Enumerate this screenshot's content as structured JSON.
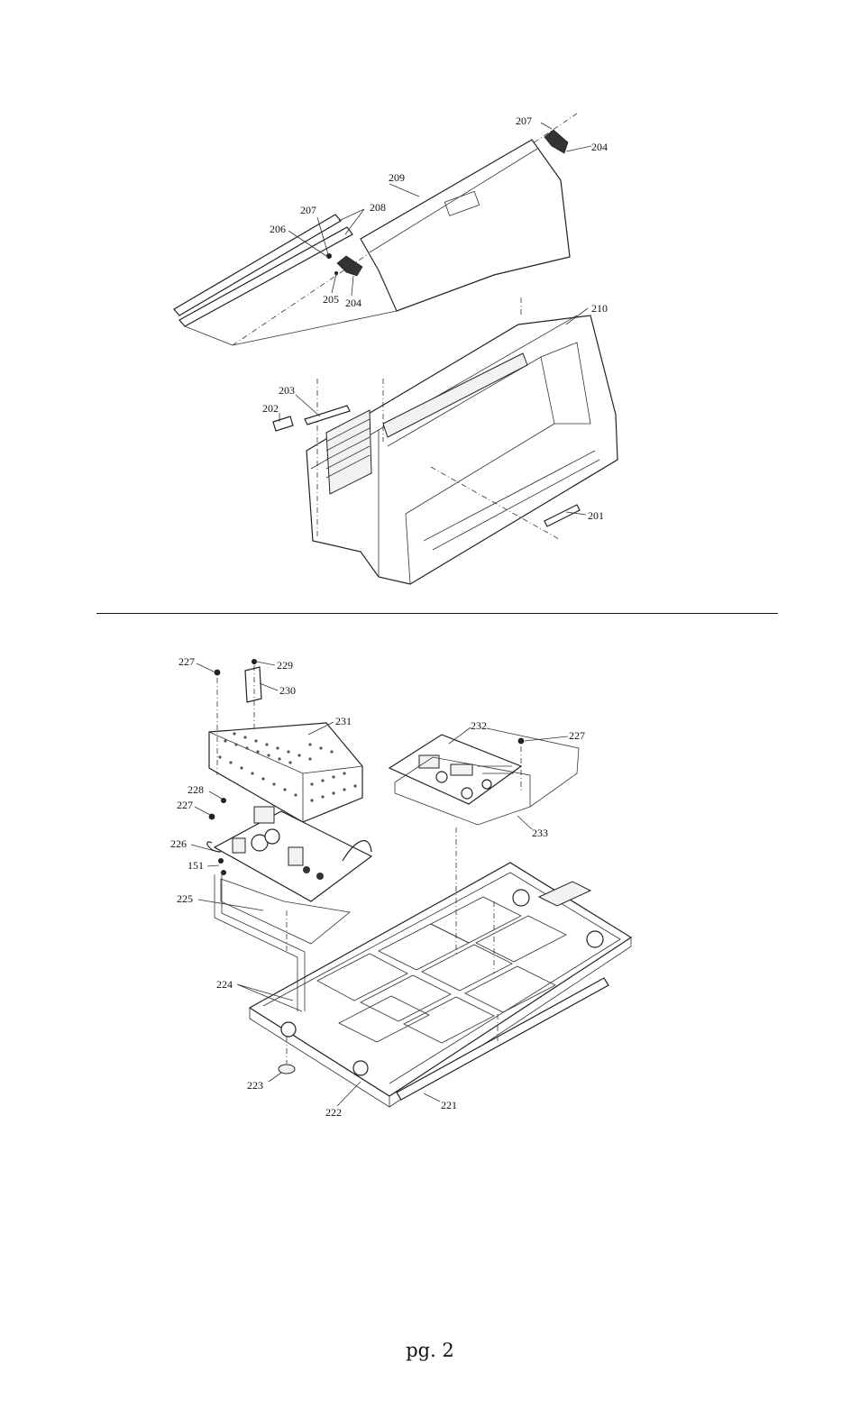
{
  "top_diagram": {
    "callouts": {
      "c201": "201",
      "c202": "202",
      "c203": "203",
      "c204a": "204",
      "c204b": "204",
      "c205": "205",
      "c206": "206",
      "c207a": "207",
      "c207b": "207",
      "c208": "208",
      "c209": "209",
      "c210": "210"
    }
  },
  "bottom_diagram": {
    "callouts": {
      "c151": "151",
      "c221": "221",
      "c222": "222",
      "c223": "223",
      "c224": "224",
      "c225": "225",
      "c226": "226",
      "c227a": "227",
      "c227b": "227",
      "c227c": "227",
      "c228": "228",
      "c229": "229",
      "c230": "230",
      "c231": "231",
      "c232": "232",
      "c233": "233"
    }
  },
  "footer": {
    "page_label": "pg. 2"
  }
}
